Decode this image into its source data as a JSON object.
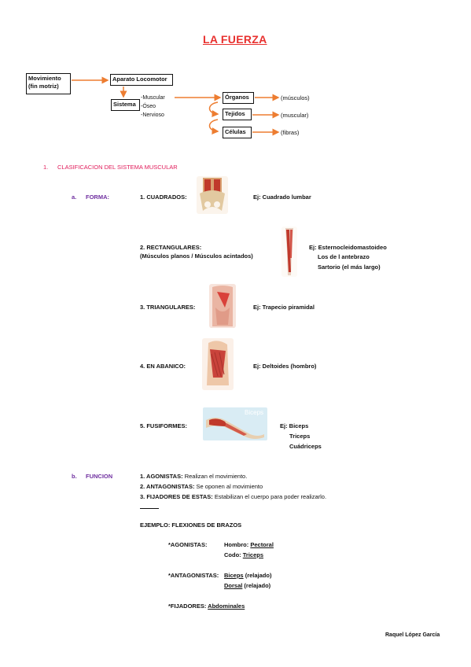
{
  "title": "LA FUERZA",
  "diagram": {
    "movimiento": [
      "Movimiento",
      "(fin motriz)"
    ],
    "aparato": "Aparato Locomotor",
    "sistema": "Sistema",
    "sistema_items": [
      "-Muscular",
      "-Óseo",
      "-Nervioso"
    ],
    "organos": "Órganos",
    "organos_note": "(músculos)",
    "tejidos": "Tejidos",
    "tejidos_note": "(muscular)",
    "celulas": "Células",
    "celulas_note": "(fibras)"
  },
  "section1": {
    "number": "1.",
    "heading": "CLASIFICACION DEL SISTEMA MUSCULAR"
  },
  "forma": {
    "letter": "a.",
    "label": "FORMA:",
    "items": [
      {
        "label": "1. CUADRADOS:",
        "example": [
          "Ej: Cuadrado lumbar"
        ]
      },
      {
        "label": "2. RECTANGULARES:",
        "label2": "(Músculos planos / Músculos acintados)",
        "example": [
          "Ej: Esternocleidomastoideo",
          "Los de l antebrazo",
          "Sartorio (el más largo)"
        ]
      },
      {
        "label": "3. TRIANGULARES:",
        "example": [
          "Ej: Trapecio piramidal"
        ]
      },
      {
        "label": "4. EN ABANICO:",
        "example": [
          "Ej: Deltoides (hombro)"
        ]
      },
      {
        "label": "5. FUSIFORMES:",
        "example": [
          "Ej: Biceps",
          "Triceps",
          "Cuádriceps"
        ],
        "image_caption": "Biceps"
      }
    ]
  },
  "funcion": {
    "letter": "b.",
    "label": "FUNCION",
    "items": [
      {
        "term": "1. AGONISTAS:",
        "text": "Realizan el movimiento."
      },
      {
        "term": "2. ANTAGONISTAS:",
        "text": "Se oponen al movimiento"
      },
      {
        "term": "3. FIJADORES DE ESTAS:",
        "text": "Estabilizan el cuerpo para poder realizarlo."
      }
    ],
    "example_title": "EJEMPLO: FLEXIONES DE BRAZOS",
    "agonistas": {
      "label": "*AGONISTAS:",
      "rows": [
        {
          "k": "Hombro:",
          "v": "Pectoral",
          "n": ""
        },
        {
          "k": "Codo:",
          "v": "Triceps",
          "n": ""
        }
      ]
    },
    "antagonistas": {
      "label": "*ANTAGONISTAS:",
      "rows": [
        {
          "v": "Biceps",
          "n": " (relajado)"
        },
        {
          "v": "Dorsal",
          "n": " (relajado)"
        }
      ]
    },
    "fijadores": {
      "label": "*FIJADORES:",
      "v": "Abdominales"
    }
  },
  "author": "Raquel López García",
  "colors": {
    "title": "#e8312f",
    "arrow": "#ed7d31",
    "section": "#e01b5a",
    "sub": "#7030a0"
  }
}
